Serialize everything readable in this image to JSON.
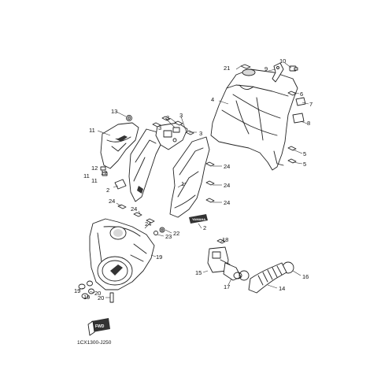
{
  "labels": {
    "p1": "1",
    "p2a": "2",
    "p2b": "2",
    "p3a": "3",
    "p3b": "3",
    "p3c": "3",
    "p3d": "3",
    "p4": "4",
    "p5a": "5",
    "p5b": "5",
    "p6": "6",
    "p7": "7",
    "p8": "8",
    "p9": "9",
    "p10": "10",
    "p11a": "11",
    "p11b": "11",
    "p11c": "11",
    "p12a": "12",
    "p12b": "12",
    "p13": "13",
    "p14": "14",
    "p15": "15",
    "p16": "16",
    "p17": "17",
    "p18": "18",
    "p19a": "19",
    "p19b": "19",
    "p19c": "19",
    "p20a": "20",
    "p20b": "20",
    "p21": "21",
    "p22": "22",
    "p23": "23",
    "p24a": "24",
    "p24b": "24",
    "p24c": "24",
    "p24d": "24",
    "p24e": "24",
    "p24f": "24"
  },
  "fwd_badge": "FWD",
  "brand_decal": "YAMAHA",
  "drawing_code": "1CX1300-J250"
}
